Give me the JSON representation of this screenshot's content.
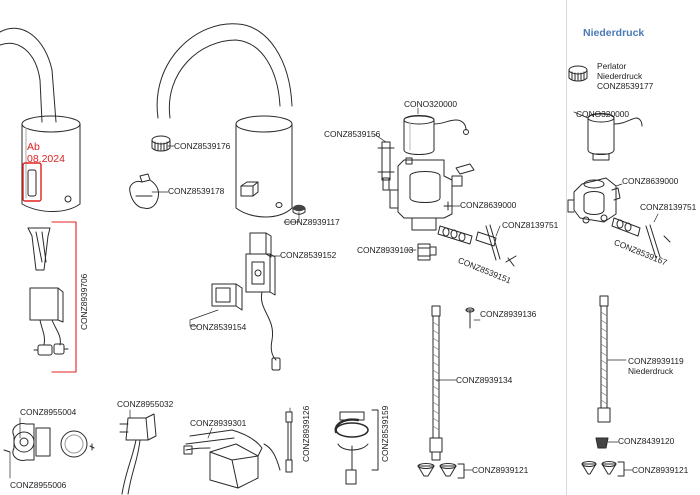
{
  "section_heading": "Niederdruck",
  "colors": {
    "heading": "#4a79b5",
    "highlight": "#e02020",
    "line": "#2a2a2a"
  },
  "faucet_note": [
    "Ab",
    "08.2024"
  ],
  "perlator_note": [
    "Perlator",
    "Niederdruck",
    "CONZ8539177"
  ],
  "hose_note": [
    "CONZ8939119",
    "Niederdruck"
  ],
  "parts": {
    "p8539176": "CONZ8539176",
    "p8539178": "CONZ8539178",
    "p8939117": "CONZ8939117",
    "p8539152": "CONZ8539152",
    "p8539154": "CONZ8539154",
    "p8939706": "CONZ8939706",
    "p8955004": "CONZ8955004",
    "p8955006": "CONZ8955006",
    "p8955032": "CONZ8955032",
    "p8939301": "CONZ8939301",
    "p8939126": "CONZ8939126",
    "p8539159": "CONZ8539159",
    "p320000a": "CONO320000",
    "p8539156": "CONZ8539156",
    "p8639000a": "CONZ8639000",
    "p8139751a": "CONZ8139751",
    "p8939103": "CONZ8939103",
    "p8539151": "CONZ8539151",
    "p8939136": "CONZ8939136",
    "p8939134": "CONZ8939134",
    "p8939121a": "CONZ8939121",
    "p320000b": "CONO320000",
    "p8639000b": "CONZ8639000",
    "p8139751b": "CONZ8139751",
    "p8539167": "CONZ8539167",
    "p8439120": "CONZ8439120",
    "p8939121b": "CONZ8939121"
  }
}
